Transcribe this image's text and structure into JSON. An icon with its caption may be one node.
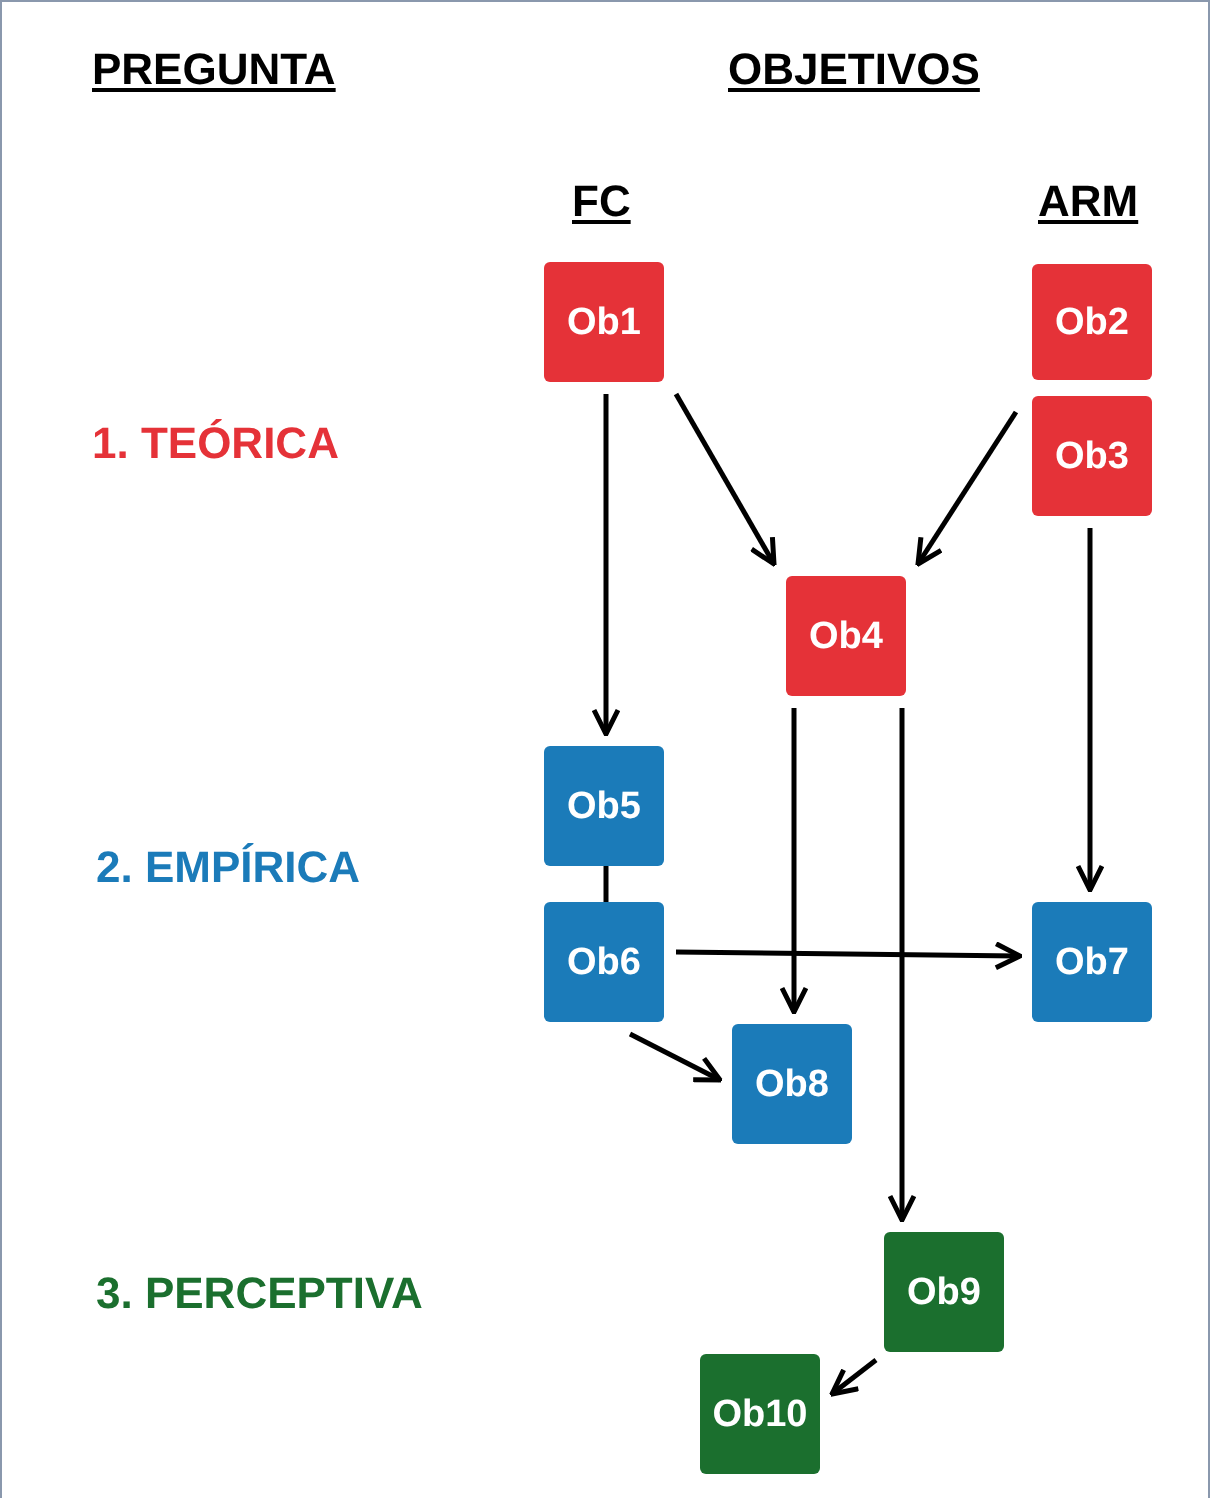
{
  "diagram": {
    "nodes": [
      {
        "text": [
          "Ob1"
        ]
      },
      {
        "text": [
          "Ob2"
        ]
      },
      {
        "text": [
          "Ob3"
        ]
      },
      {
        "text": [
          "Ob4"
        ]
      },
      {
        "text": [
          "Ob5"
        ]
      },
      {
        "text": [
          "Ob6"
        ]
      },
      {
        "text": [
          "Ob7"
        ]
      },
      {
        "text": [
          "Ob8"
        ]
      },
      {
        "text": [
          "Ob9"
        ]
      },
      {
        "text": [
          "Ob10"
        ]
      }
    ],
    "edges": [
      {
        "from": 0,
        "to": 4,
        "arrow": "to"
      },
      {
        "from": 0,
        "to": 3,
        "arrow": "to"
      },
      {
        "from": 2,
        "to": 3,
        "arrow": "to"
      },
      {
        "from": 2,
        "to": 6,
        "arrow": "to"
      },
      {
        "from": 3,
        "to": 7,
        "arrow": "to"
      },
      {
        "from": 3,
        "to": 8,
        "arrow": "to"
      },
      {
        "from": 4,
        "to": 5,
        "arrow": "none"
      },
      {
        "from": 5,
        "to": 6,
        "arrow": "to"
      },
      {
        "from": 5,
        "to": 7,
        "arrow": "to"
      },
      {
        "from": 8,
        "to": 9,
        "arrow": "to"
      }
    ],
    "labels": [
      "PREGUNTA",
      "OBJETIVOS",
      "FC",
      "ARM",
      "1. TEÓRICA",
      "2. EMPÍRICA",
      "3. PERCEPTIVA"
    ]
  }
}
